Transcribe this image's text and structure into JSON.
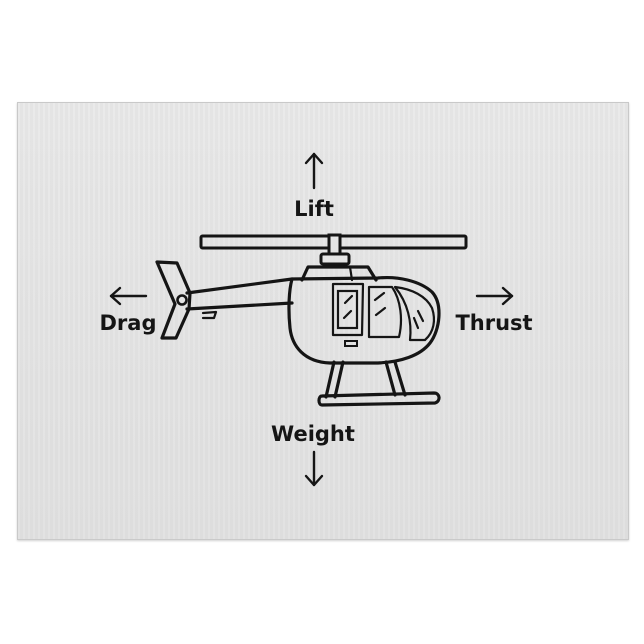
{
  "forces": {
    "lift": "Lift",
    "drag": "Drag",
    "thrust": "Thrust",
    "weight": "Weight"
  },
  "colors": {
    "board": "#e5e5e5",
    "ink": "#151515",
    "background": "#ffffff"
  },
  "icons": [
    "helicopter-icon",
    "arrow-up-icon",
    "arrow-down-icon",
    "arrow-left-icon",
    "arrow-right-icon"
  ]
}
